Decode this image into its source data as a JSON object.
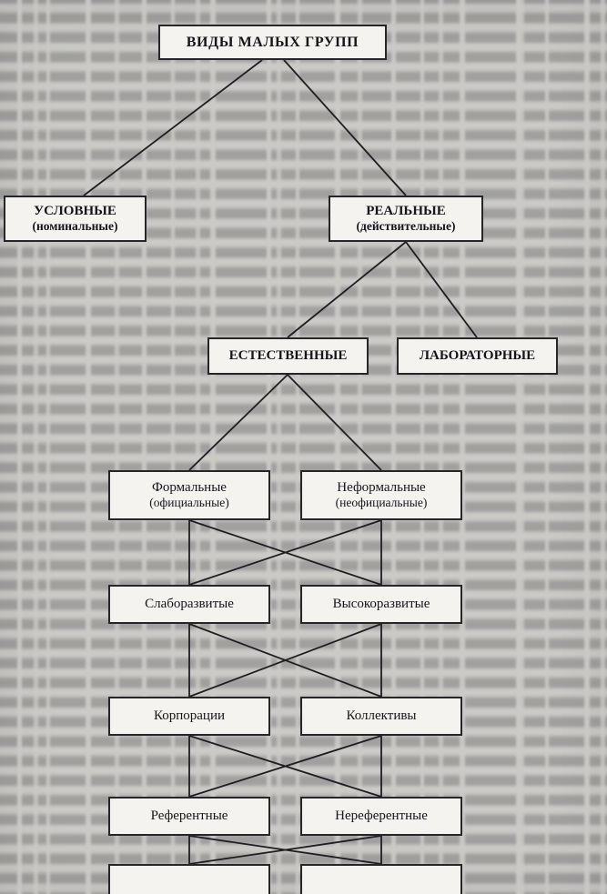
{
  "diagram": {
    "title": "ВИДЫ МАЛЫХ ГРУПП",
    "nodes": {
      "uslovnye": {
        "label": "УСЛОВНЫЕ",
        "sublabel": "(номинальные)"
      },
      "realnye": {
        "label": "РЕАЛЬНЫЕ",
        "sublabel": "(действительные)"
      },
      "estestvennye": {
        "label": "ЕСТЕСТВЕННЫЕ"
      },
      "laboratornye": {
        "label": "ЛАБОРАТОРНЫЕ"
      },
      "formalnye": {
        "label": "Формальные",
        "sublabel": "(официальные)"
      },
      "neformalnye": {
        "label": "Неформальные",
        "sublabel": "(неофициальные)"
      },
      "slaborazvitye": {
        "label": "Слаборазвитые"
      },
      "vysokorazvitye": {
        "label": "Высокоразвитые"
      },
      "korporacii": {
        "label": "Корпорации"
      },
      "kollektivy": {
        "label": "Коллективы"
      },
      "referentnye": {
        "label": "Референтные"
      },
      "nereferentnye": {
        "label": "Нереферентные"
      },
      "empty_left": {
        "label": ""
      },
      "empty_right": {
        "label": ""
      }
    },
    "edges": [
      {
        "from": "title",
        "to": "uslovnye"
      },
      {
        "from": "title",
        "to": "realnye"
      },
      {
        "from": "realnye",
        "to": "estestvennye"
      },
      {
        "from": "realnye",
        "to": "laboratornye"
      },
      {
        "from": "estestvennye",
        "to": "formalnye"
      },
      {
        "from": "estestvennye",
        "to": "neformalnye"
      },
      {
        "from": "formalnye",
        "to": "slaborazvitye"
      },
      {
        "from": "formalnye",
        "to": "vysokorazvitye"
      },
      {
        "from": "neformalnye",
        "to": "slaborazvitye"
      },
      {
        "from": "neformalnye",
        "to": "vysokorazvitye"
      },
      {
        "from": "slaborazvitye",
        "to": "korporacii"
      },
      {
        "from": "slaborazvitye",
        "to": "kollektivy"
      },
      {
        "from": "vysokorazvitye",
        "to": "korporacii"
      },
      {
        "from": "vysokorazvitye",
        "to": "kollektivy"
      },
      {
        "from": "korporacii",
        "to": "referentnye"
      },
      {
        "from": "korporacii",
        "to": "nereferentnye"
      },
      {
        "from": "kollektivy",
        "to": "referentnye"
      },
      {
        "from": "kollektivy",
        "to": "nereferentnye"
      },
      {
        "from": "referentnye",
        "to": "empty_left"
      },
      {
        "from": "referentnye",
        "to": "empty_right"
      },
      {
        "from": "nereferentnye",
        "to": "empty_left"
      },
      {
        "from": "nereferentnye",
        "to": "empty_right"
      }
    ],
    "colors": {
      "page_background": "#cbcac7",
      "box_background": "#f4f3f0",
      "box_border": "#26262a",
      "line_ink": "#1e1e22",
      "text_ink": "#15151a"
    }
  }
}
